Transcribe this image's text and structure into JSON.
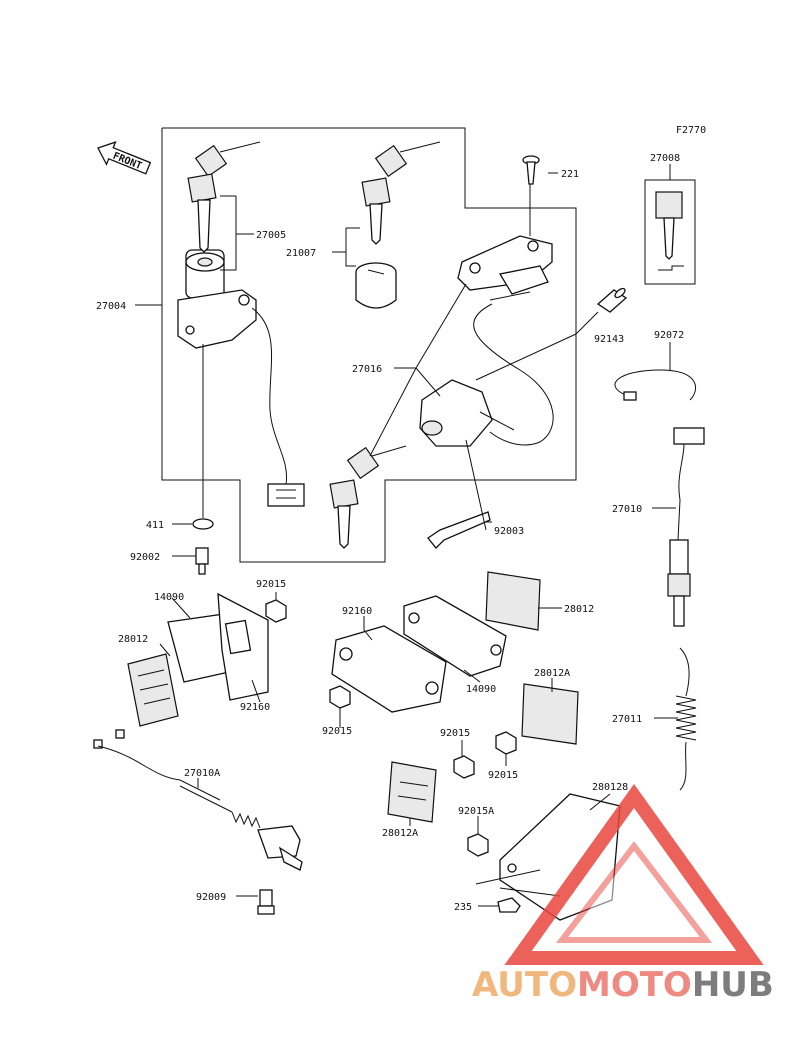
{
  "figure_code": "F2770",
  "front_label": "FRONT",
  "watermark": {
    "part1": "AUTO",
    "part2": "MOTO",
    "part3": "HUB",
    "color1": "#f2b77f",
    "color2": "#ee8a82",
    "color3": "#7d7d7d",
    "triangle_color": "#e9463d"
  },
  "callouts": {
    "c27004": "27004",
    "c27005": "27005",
    "c21007": "21007",
    "c221": "221",
    "c27008": "27008",
    "c27016": "27016",
    "c92143": "92143",
    "c92072": "92072",
    "c27010": "27010",
    "c411": "411",
    "c92002": "92002",
    "c92003": "92003",
    "c92015a": "92015",
    "c14090a": "14090",
    "c28012a": "28012",
    "c92160a": "92160",
    "c92160b": "92160",
    "c28012b": "28012",
    "c14090b": "14090",
    "c92015b": "92015",
    "c28012A1": "28012A",
    "c92015c": "92015",
    "c92015d": "92015",
    "c27011": "27011",
    "c27010A": "27010A",
    "c28012A2": "28012A",
    "c280128": "280128",
    "c92015A": "92015A",
    "c92009": "92009",
    "c235": "235"
  }
}
